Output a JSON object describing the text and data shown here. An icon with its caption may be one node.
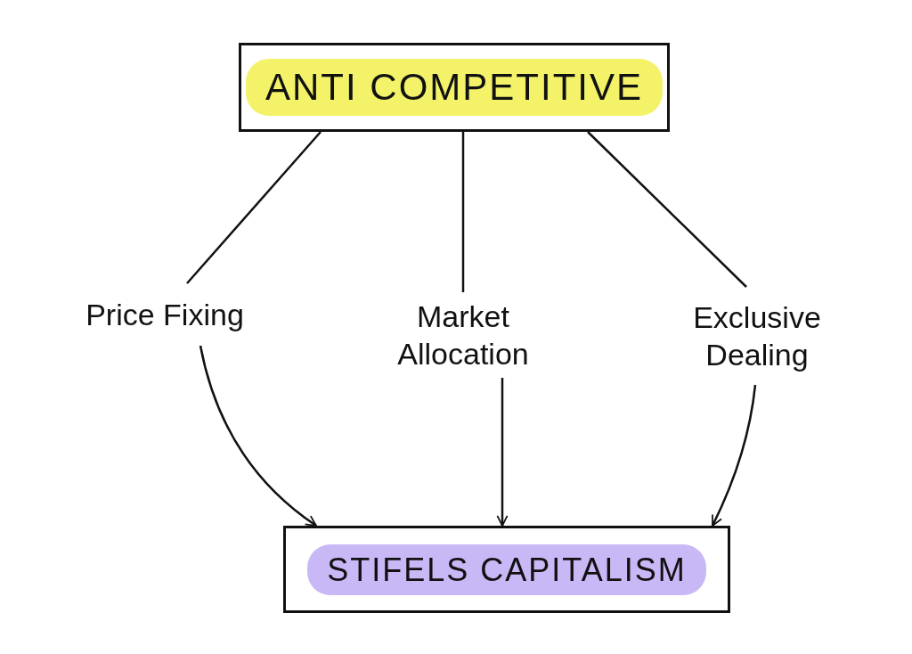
{
  "diagram": {
    "nodes": [
      {
        "text": [
          "ANTI COMPETITIVE"
        ]
      },
      {
        "text": [
          "Price Fixing"
        ]
      },
      {
        "text": [
          "Market Allocation"
        ]
      },
      {
        "text": [
          "Exclusive Dealing"
        ]
      },
      {
        "text": [
          "STIFELS CAPITALISM"
        ]
      }
    ],
    "edges": [
      {
        "from": 0,
        "to": 1,
        "arrow": "none"
      },
      {
        "from": 0,
        "to": 2,
        "arrow": "none"
      },
      {
        "from": 0,
        "to": 3,
        "arrow": "none"
      },
      {
        "from": 1,
        "to": 4,
        "arrow": "to"
      },
      {
        "from": 2,
        "to": 4,
        "arrow": "to"
      },
      {
        "from": 3,
        "to": 4,
        "arrow": "to"
      }
    ]
  }
}
